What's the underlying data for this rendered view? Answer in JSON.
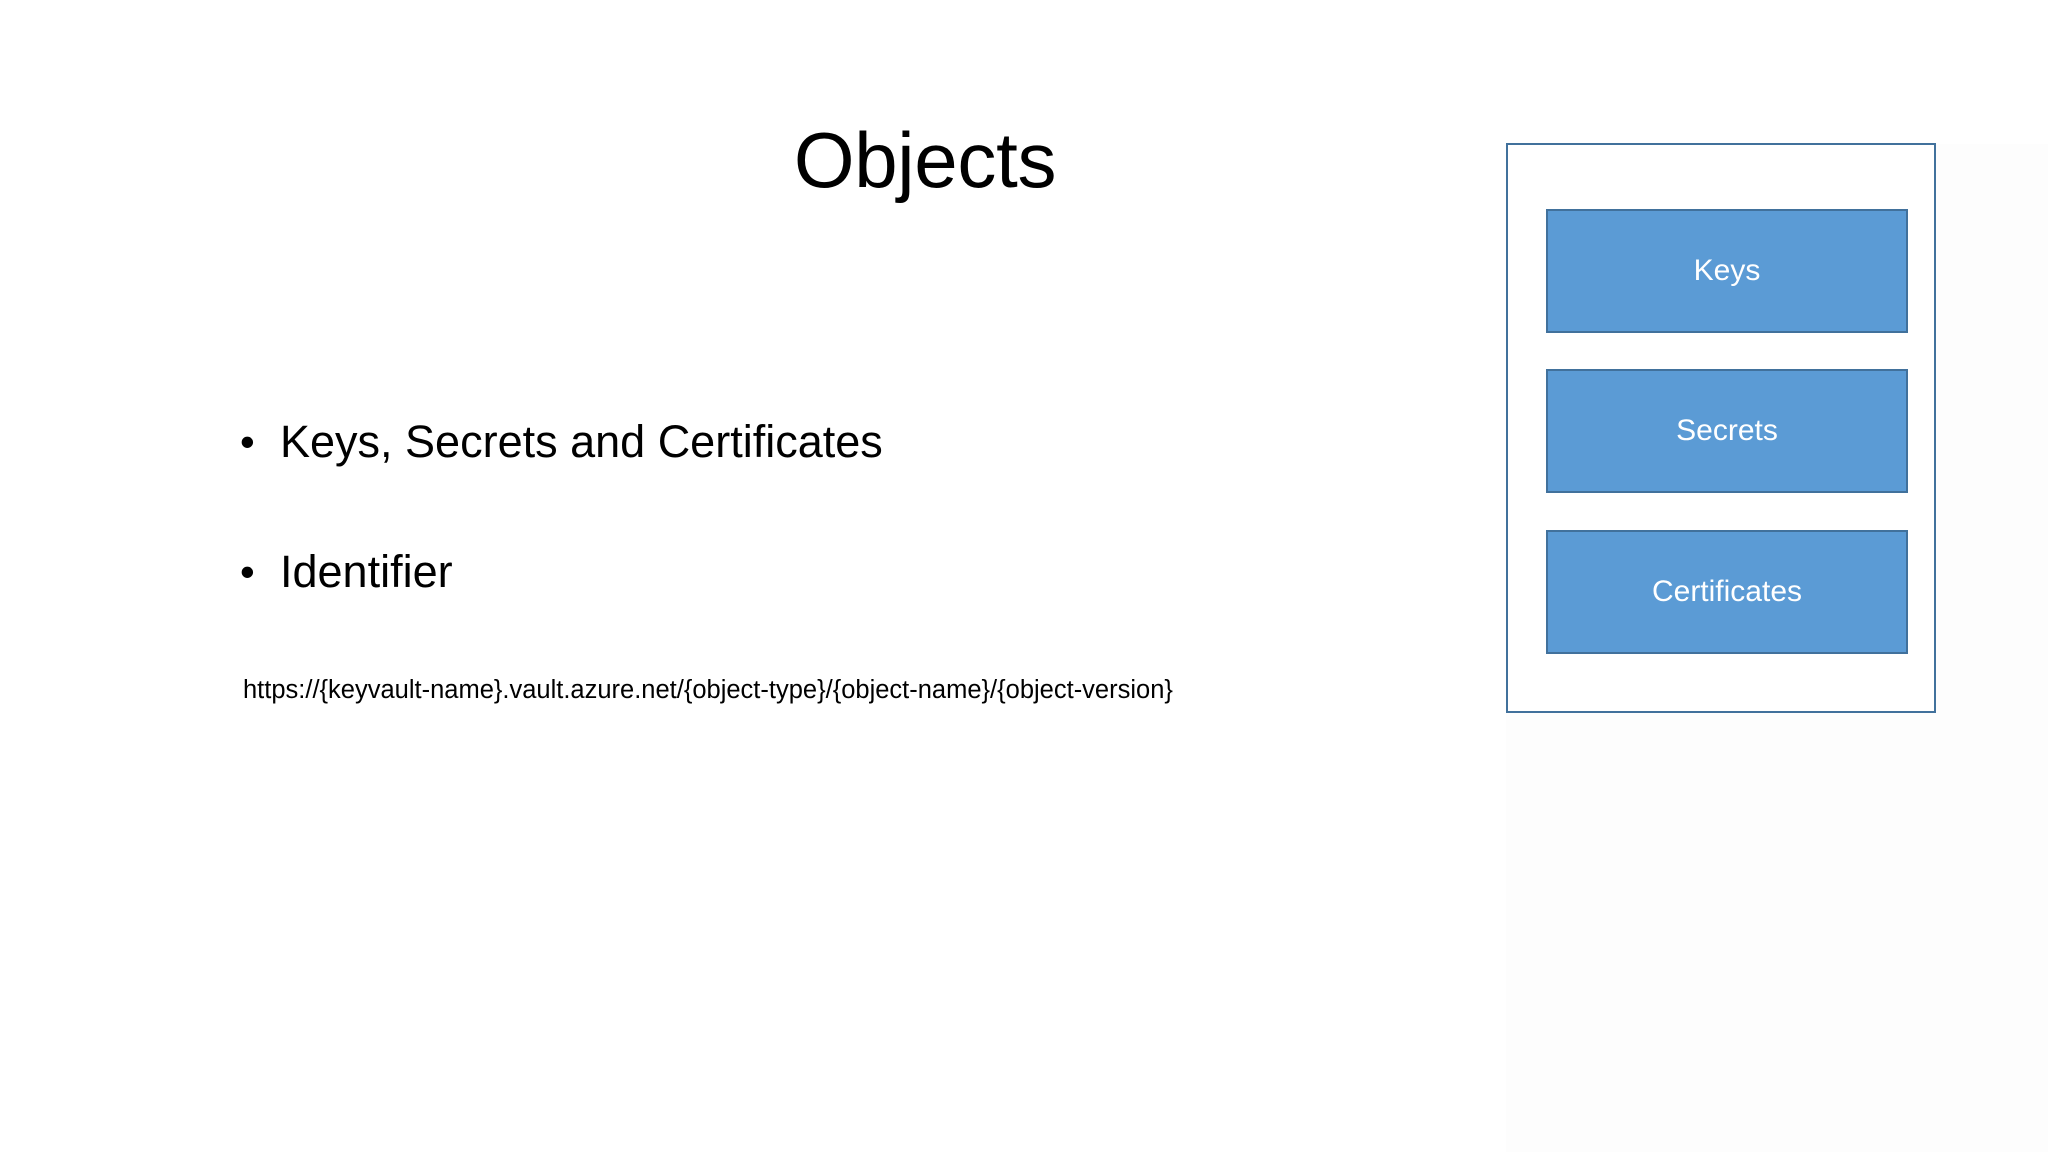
{
  "slide": {
    "title": "Objects",
    "background_color": "#ffffff",
    "text_color": "#000000"
  },
  "body": {
    "bullet_marker": "•",
    "bullets": [
      {
        "label": "Keys, Secrets and Certificates"
      },
      {
        "label": "Identifier"
      }
    ],
    "identifier_url": "https://{keyvault-name}.vault.azure.net/{object-type}/{object-name}/{object-version}"
  },
  "diagram": {
    "frame_border_color": "#41719c",
    "box_fill_color": "#5b9bd5",
    "box_border_color": "#41719c",
    "box_text_color": "#ffffff",
    "boxes": [
      {
        "label": "Keys"
      },
      {
        "label": "Secrets"
      },
      {
        "label": "Certificates"
      }
    ]
  }
}
